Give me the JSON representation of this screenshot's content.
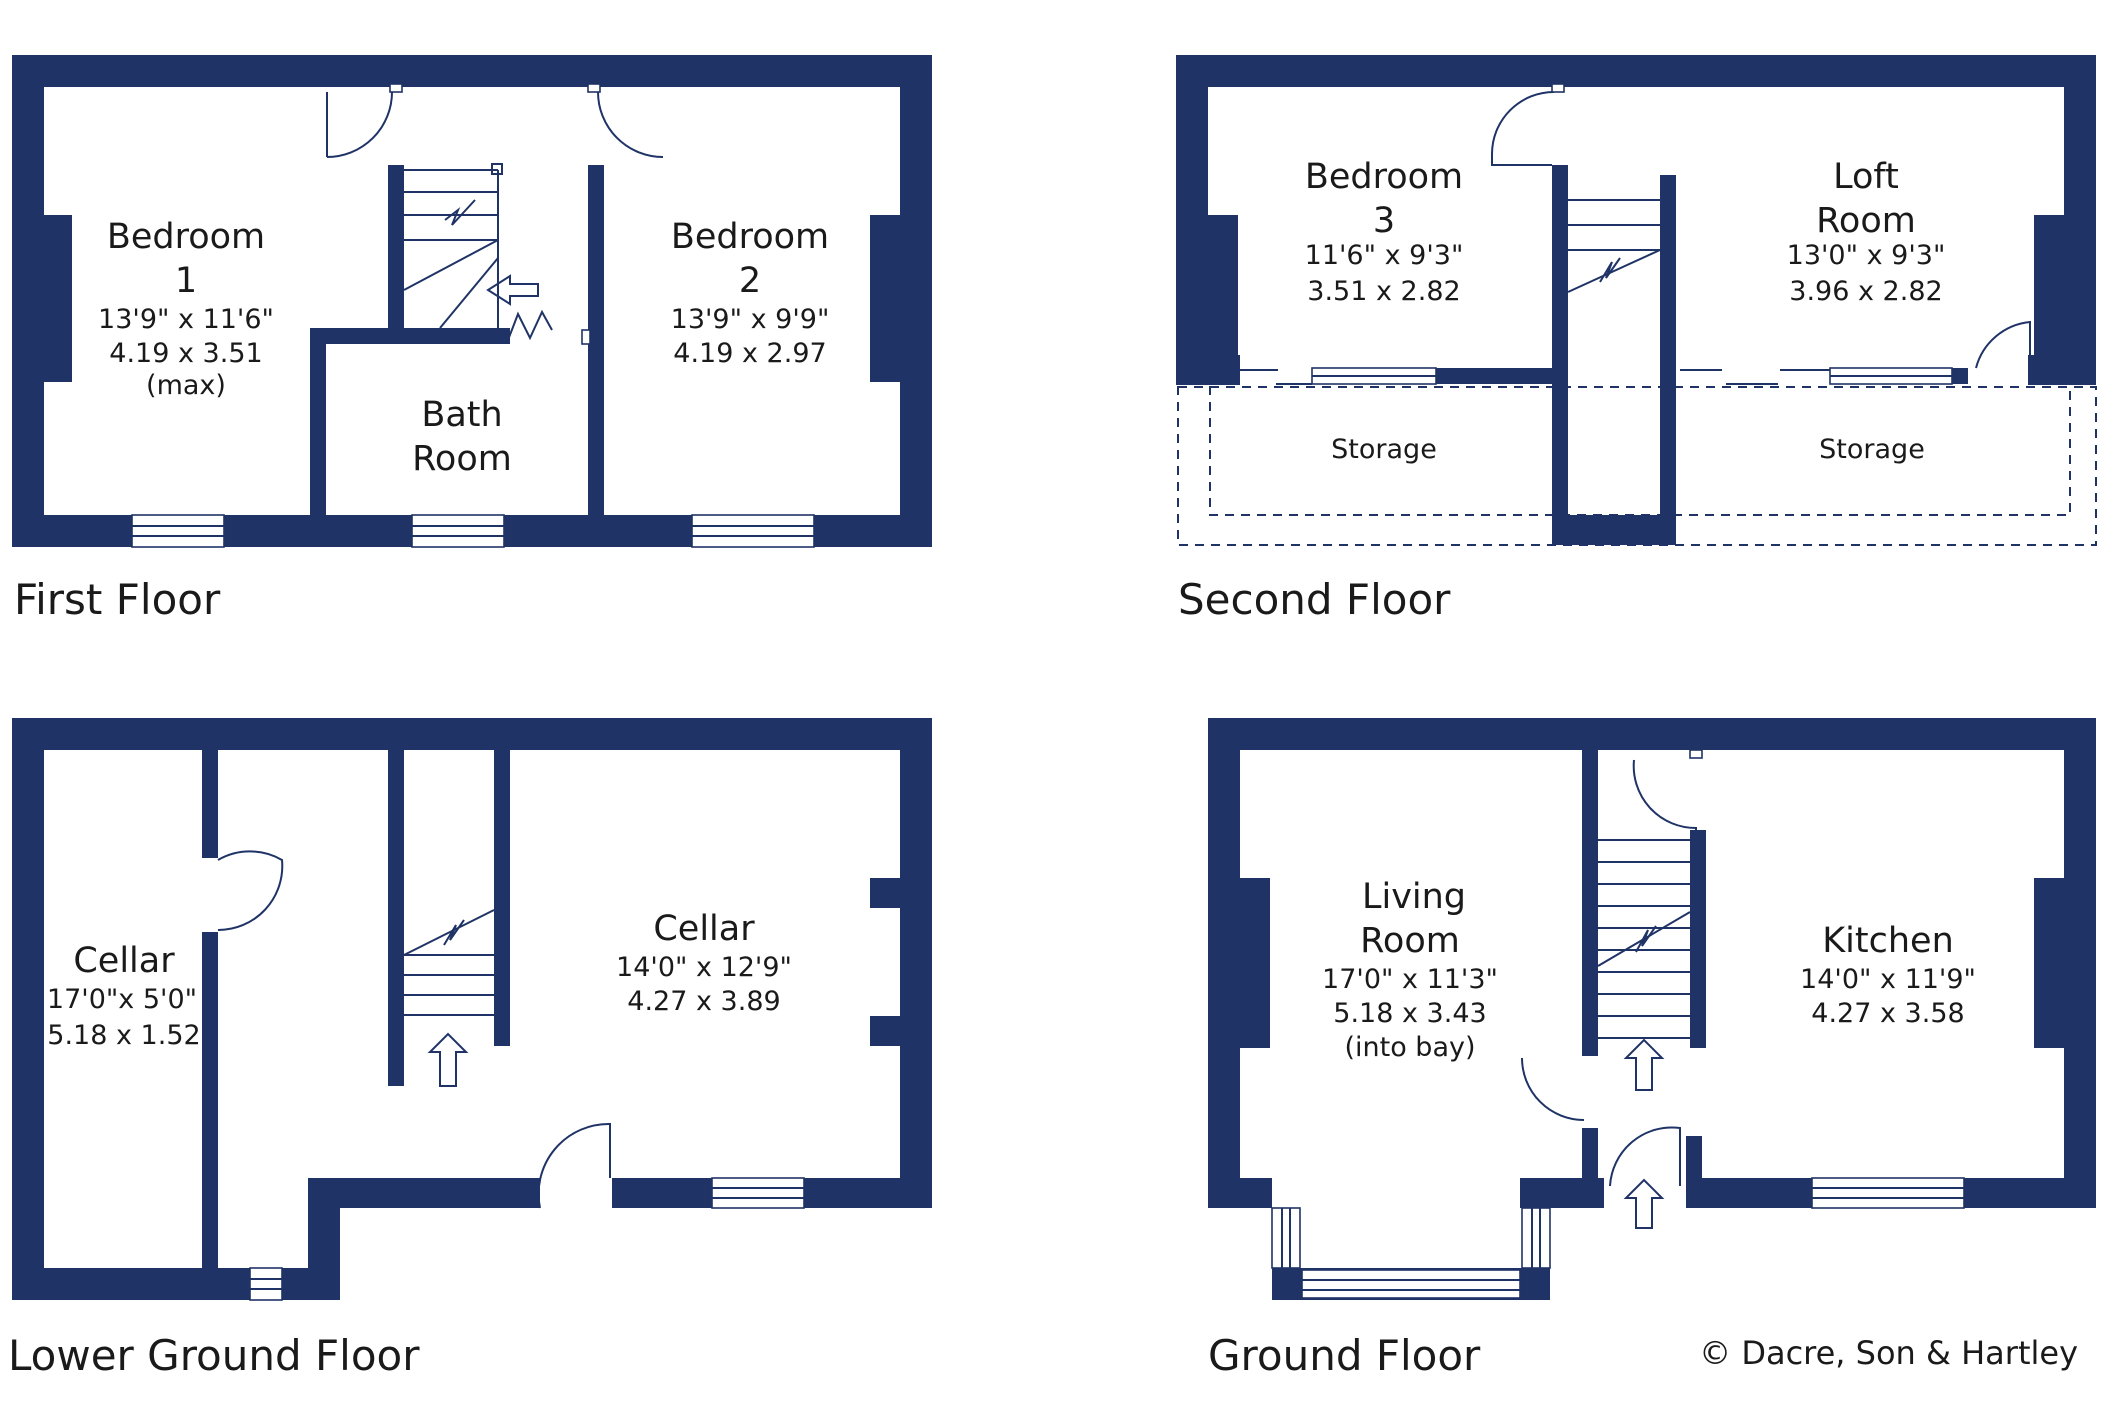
{
  "colors": {
    "wall": "#1f3366",
    "background": "#ffffff",
    "text": "#1a1a1a"
  },
  "floors": {
    "first": {
      "label": "First Floor",
      "bedroom1": {
        "name1": "Bedroom",
        "name2": "1",
        "dim_imperial": "13'9\"  x  11'6\"",
        "dim_metric": "4.19  x  3.51",
        "note": "(max)"
      },
      "bedroom2": {
        "name1": "Bedroom",
        "name2": "2",
        "dim_imperial": "13'9\"  x   9'9\"",
        "dim_metric": "4.19  x  2.97"
      },
      "bathroom": {
        "name1": "Bath",
        "name2": "Room"
      }
    },
    "second": {
      "label": "Second Floor",
      "bedroom3": {
        "name1": "Bedroom",
        "name2": "3",
        "dim_imperial": "11'6\"  x   9'3\"",
        "dim_metric": "3.51  x  2.82"
      },
      "loft": {
        "name1": "Loft",
        "name2": "Room",
        "dim_imperial": "13'0\"  x   9'3\"",
        "dim_metric": "3.96  x  2.82"
      },
      "storage_left": "Storage",
      "storage_right": "Storage"
    },
    "lower_ground": {
      "label": "Lower Ground Floor",
      "cellar_small": {
        "name": "Cellar",
        "dim_imperial": "17'0\"x 5'0\"",
        "dim_metric": "5.18 x 1.52"
      },
      "cellar_large": {
        "name": "Cellar",
        "dim_imperial": "14'0\"  x  12'9\"",
        "dim_metric": "4.27  x  3.89"
      }
    },
    "ground": {
      "label": "Ground Floor",
      "living": {
        "name1": "Living",
        "name2": "Room",
        "dim_imperial": "17'0\"  x  11'3\"",
        "dim_metric": "5.18  x  3.43",
        "note": "(into bay)"
      },
      "kitchen": {
        "name": "Kitchen",
        "dim_imperial": "14'0\"  x  11'9\"",
        "dim_metric": "4.27  x  3.58"
      }
    }
  },
  "copyright": "© Dacre, Son & Hartley"
}
